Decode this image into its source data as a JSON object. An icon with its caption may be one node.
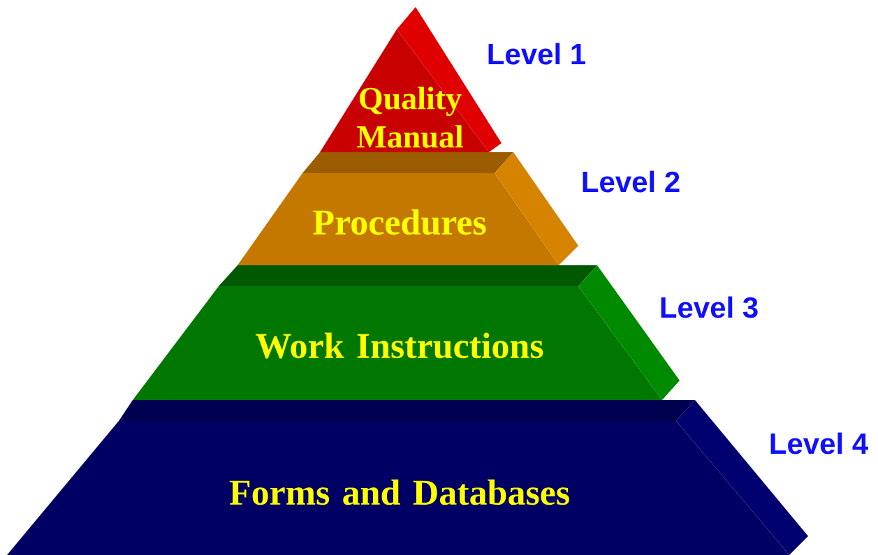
{
  "diagram": {
    "nodes": [
      {
        "text": [
          "Quality Manual"
        ],
        "beside": [
          "Level 1"
        ]
      },
      {
        "text": [
          "Procedures"
        ],
        "beside": [
          "Level 2"
        ]
      },
      {
        "text": [
          "Work Instructions"
        ],
        "beside": [
          "Level 3"
        ]
      },
      {
        "text": [
          "Forms and Databases"
        ],
        "beside": [
          "Level 4"
        ]
      }
    ]
  }
}
